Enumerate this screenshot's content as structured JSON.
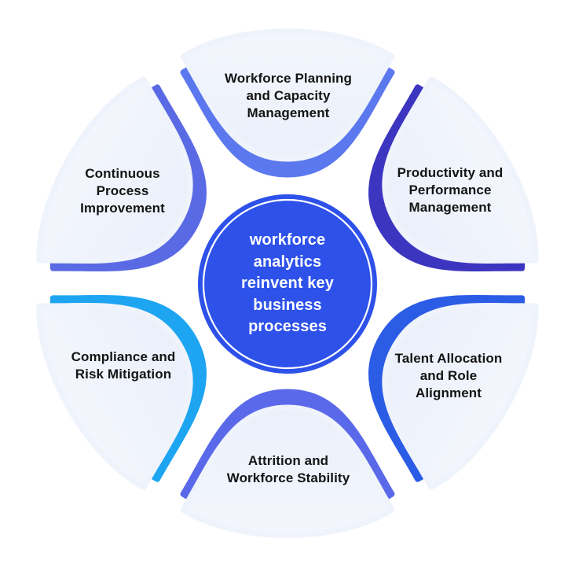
{
  "diagram": {
    "center": {
      "text": "workforce\nanalytics\nreinvent key\nbusiness\nprocesses",
      "fill": "#2d51e9",
      "ring_color": "#ffffff"
    },
    "petals": [
      {
        "id": "workforce-planning",
        "label": "Workforce Planning\nand Capacity\nManagement",
        "accent": "#5b78ee"
      },
      {
        "id": "productivity-performance",
        "label": "Productivity and\nPerformance\nManagement",
        "accent": "#3c35c0"
      },
      {
        "id": "talent-allocation",
        "label": "Talent Allocation\nand Role\nAlignment",
        "accent": "#2b5ce6"
      },
      {
        "id": "attrition-stability",
        "label": "Attrition and\nWorkforce Stability",
        "accent": "#5a69e9"
      },
      {
        "id": "compliance-risk",
        "label": "Compliance and\nRisk Mitigation",
        "accent": "#1ea5f2"
      },
      {
        "id": "continuous-improvement",
        "label": "Continuous\nProcess\nImprovement",
        "accent": "#5a6ae4"
      }
    ]
  }
}
